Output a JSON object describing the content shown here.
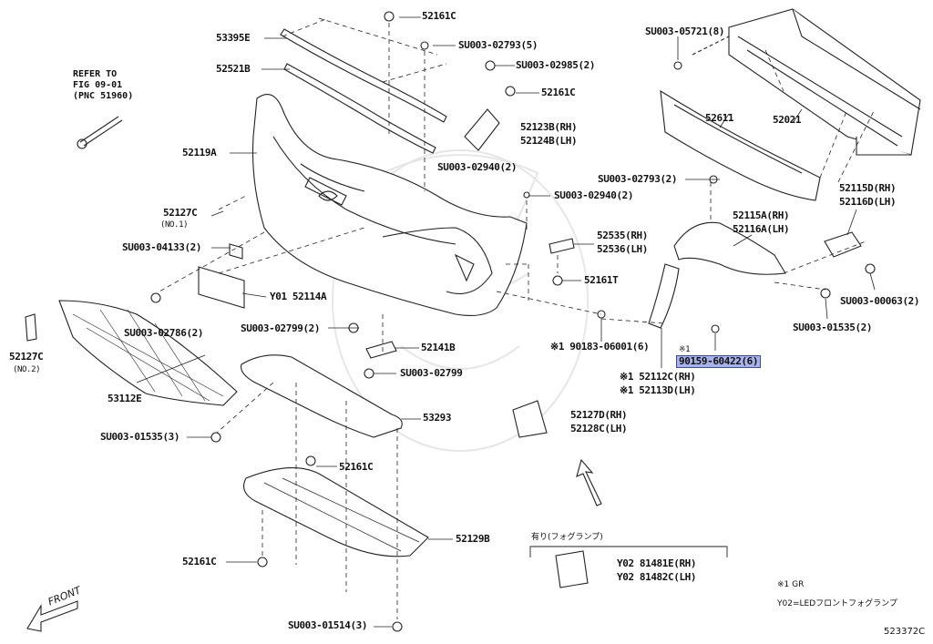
{
  "ref_note": {
    "l1": "REFER TO",
    "l2": "FIG 09-01",
    "l3": "(PNC 51960)"
  },
  "labels": {
    "p53395E": "53395E",
    "p52521B": "52521B",
    "p52119A": "52119A",
    "p52127C": "52127C",
    "no1": "(NO.1)",
    "su04133": "SU003-04133(2)",
    "y01_52114A": "Y01 52114A",
    "su02786": "SU003-02786(2)",
    "p52127C_2": "52127C",
    "no2": "(NO.2)",
    "p53112E": "53112E",
    "su01535_3": "SU003-01535(3)",
    "p52161C_top": "52161C",
    "su02793_5": "SU003-02793(5)",
    "su02985": "SU003-02985(2)",
    "p52161C_2": "52161C",
    "p52123B": "52123B(RH)",
    "p52124B": "52124B(LH)",
    "su02940_a": "SU003-02940(2)",
    "su02940_b": "SU003-02940(2)",
    "p52535": "52535(RH)",
    "p52536": "52536(LH)",
    "p52161T": "52161T",
    "su02799_2": "SU003-02799(2)",
    "p52141B": "52141B",
    "su02799": "SU003-02799",
    "p53293": "53293",
    "p52161C_3": "52161C",
    "p52129B": "52129B",
    "p52161C_4": "52161C",
    "su01514": "SU003-01514(3)",
    "su05721": "SU003-05721(8)",
    "p52611": "52611",
    "p52021": "52021",
    "su02793_2": "SU003-02793(2)",
    "p52115D": "52115D(RH)",
    "p52116D": "52116D(LH)",
    "p52115A": "52115A(RH)",
    "p52116A": "52116A(LH)",
    "su00063": "SU003-00063(2)",
    "su01535_2": "SU003-01535(2)",
    "p90183": "※1 90183-06001(6)",
    "gr_mark": "※1",
    "p90159": "90159-60422(6)",
    "p52112C": "※1 52112C(RH)",
    "p52113D": "※1 52113D(LH)",
    "p52127D": "52127D(RH)",
    "p52128C": "52128C(LH)",
    "fog_header": "有り(フォグランプ)",
    "y02_81481E": "Y02 81481E(RH)",
    "y02_81482C": "Y02 81482C(LH)",
    "legend1": "※1 GR",
    "legend2": "Y02=LEDフロントフォグランプ",
    "front": "FRONT",
    "diagram_id": "523372C"
  }
}
